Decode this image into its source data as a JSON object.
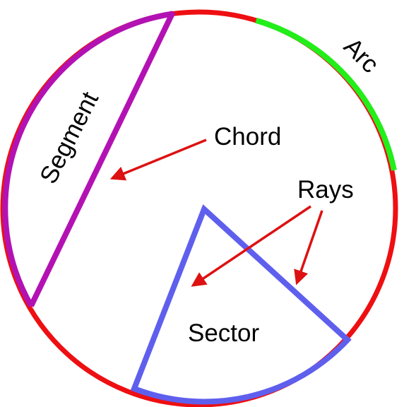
{
  "labels": {
    "arc": "Arc",
    "segment": "Segment",
    "chord": "Chord",
    "rays": "Rays",
    "sector": "Sector"
  },
  "colors": {
    "circle": "#ee0f12",
    "arc": "#22ee1a",
    "segment": "#b312b3",
    "sector": "#5f5fee",
    "arrow": "#dd1111",
    "text": "#000000",
    "background": "#ffffff"
  }
}
